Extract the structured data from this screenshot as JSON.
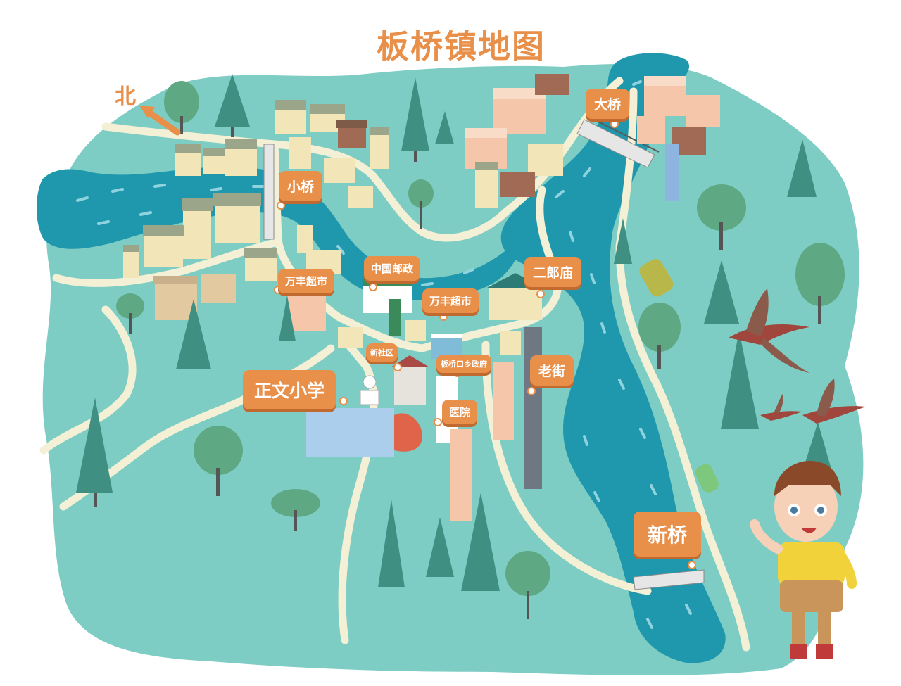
{
  "title": "板桥镇地图",
  "compass": {
    "label": "北"
  },
  "landmarks": [
    {
      "id": "xiaoqiao",
      "label": "小桥"
    },
    {
      "id": "daqiao",
      "label": "大桥"
    },
    {
      "id": "zhongguo-youzheng",
      "label": "中国邮政"
    },
    {
      "id": "erlang-miao",
      "label": "二郎庙"
    },
    {
      "id": "wanfeng-chaoshi-1",
      "label": "万丰超市"
    },
    {
      "id": "wanfeng-chaoshi-2",
      "label": "万丰超市"
    },
    {
      "id": "xin-shequ",
      "label": "新社区"
    },
    {
      "id": "banqiaokou-xiang-zhengfu",
      "label": "板桥口乡政府"
    },
    {
      "id": "laojie",
      "label": "老街"
    },
    {
      "id": "zhengwen-xiaoxue",
      "label": "正文小学"
    },
    {
      "id": "yiyuan",
      "label": "医院"
    },
    {
      "id": "xinqiao",
      "label": "新桥"
    }
  ],
  "colors": {
    "land": "#7ecdc4",
    "river": "#1f97ac",
    "road": "#f3f0d6",
    "label": "#e8904a",
    "tree_dark": "#3f8f83",
    "tree_light": "#5ea883"
  },
  "icons": [
    "north-arrow-icon",
    "tree-icon",
    "house-icon",
    "bridge-icon",
    "bird-icon",
    "car-icon",
    "boy-character"
  ]
}
